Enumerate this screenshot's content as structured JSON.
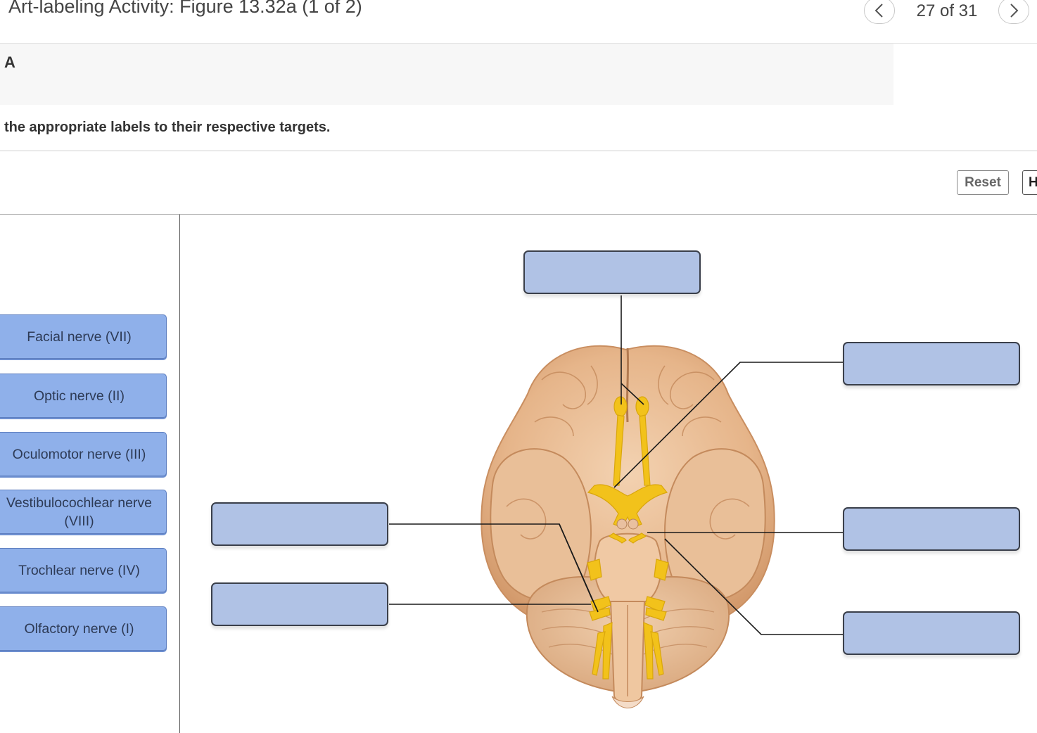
{
  "header": {
    "title": "Art-labeling Activity: Figure 13.32a (1 of 2)",
    "pager": "27 of 31",
    "prev_icon": "chevron-left-icon",
    "next_icon": "chevron-right-icon"
  },
  "part": {
    "label": "A"
  },
  "instruction": "the appropriate labels to their respective targets.",
  "toolbar": {
    "reset_label": "Reset",
    "help_label": "H"
  },
  "label_bank": [
    {
      "text": "Facial nerve (VII)"
    },
    {
      "text": "Optic nerve (II)"
    },
    {
      "text": "Oculomotor nerve (III)"
    },
    {
      "text": "Vestibulocochlear nerve (VIII)"
    },
    {
      "text": "Trochlear nerve (IV)"
    },
    {
      "text": "Olfactory nerve (I)"
    }
  ],
  "colors": {
    "label_chip": "#8fb0ea",
    "drop_target": "#b0c2e5",
    "nerve": "#f2c21b",
    "brain": "#e7b98f"
  }
}
